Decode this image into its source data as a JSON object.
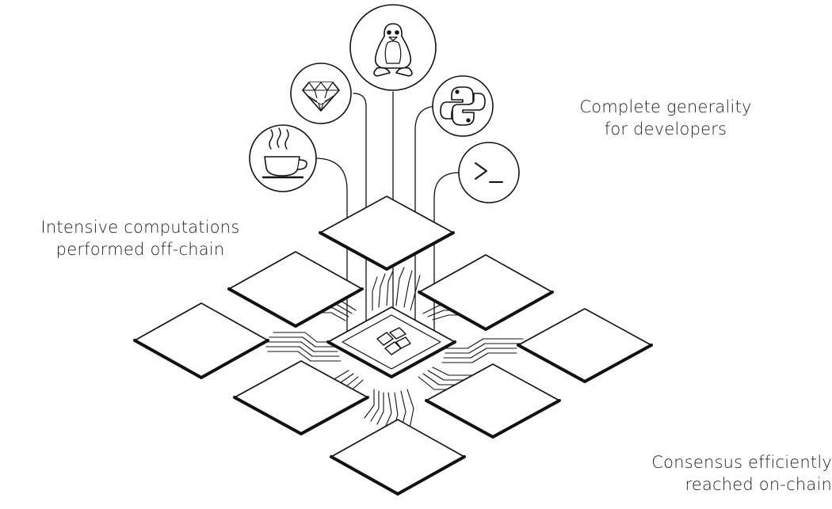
{
  "captions": {
    "generality": [
      "Complete generality",
      "for developers"
    ],
    "offchain": [
      "Intensive computations",
      "performed off-chain"
    ],
    "consensus": [
      "Consensus efficiently",
      "reached on-chain"
    ]
  },
  "icons": {
    "java": "coffee-cup-icon",
    "ruby": "ruby-gem-icon",
    "linux": "linux-penguin-icon",
    "python": "python-logo-icon",
    "terminal": "terminal-prompt-icon",
    "core": "core-chip-logo-icon"
  },
  "colors": {
    "stroke": "#111111",
    "background": "#ffffff"
  }
}
